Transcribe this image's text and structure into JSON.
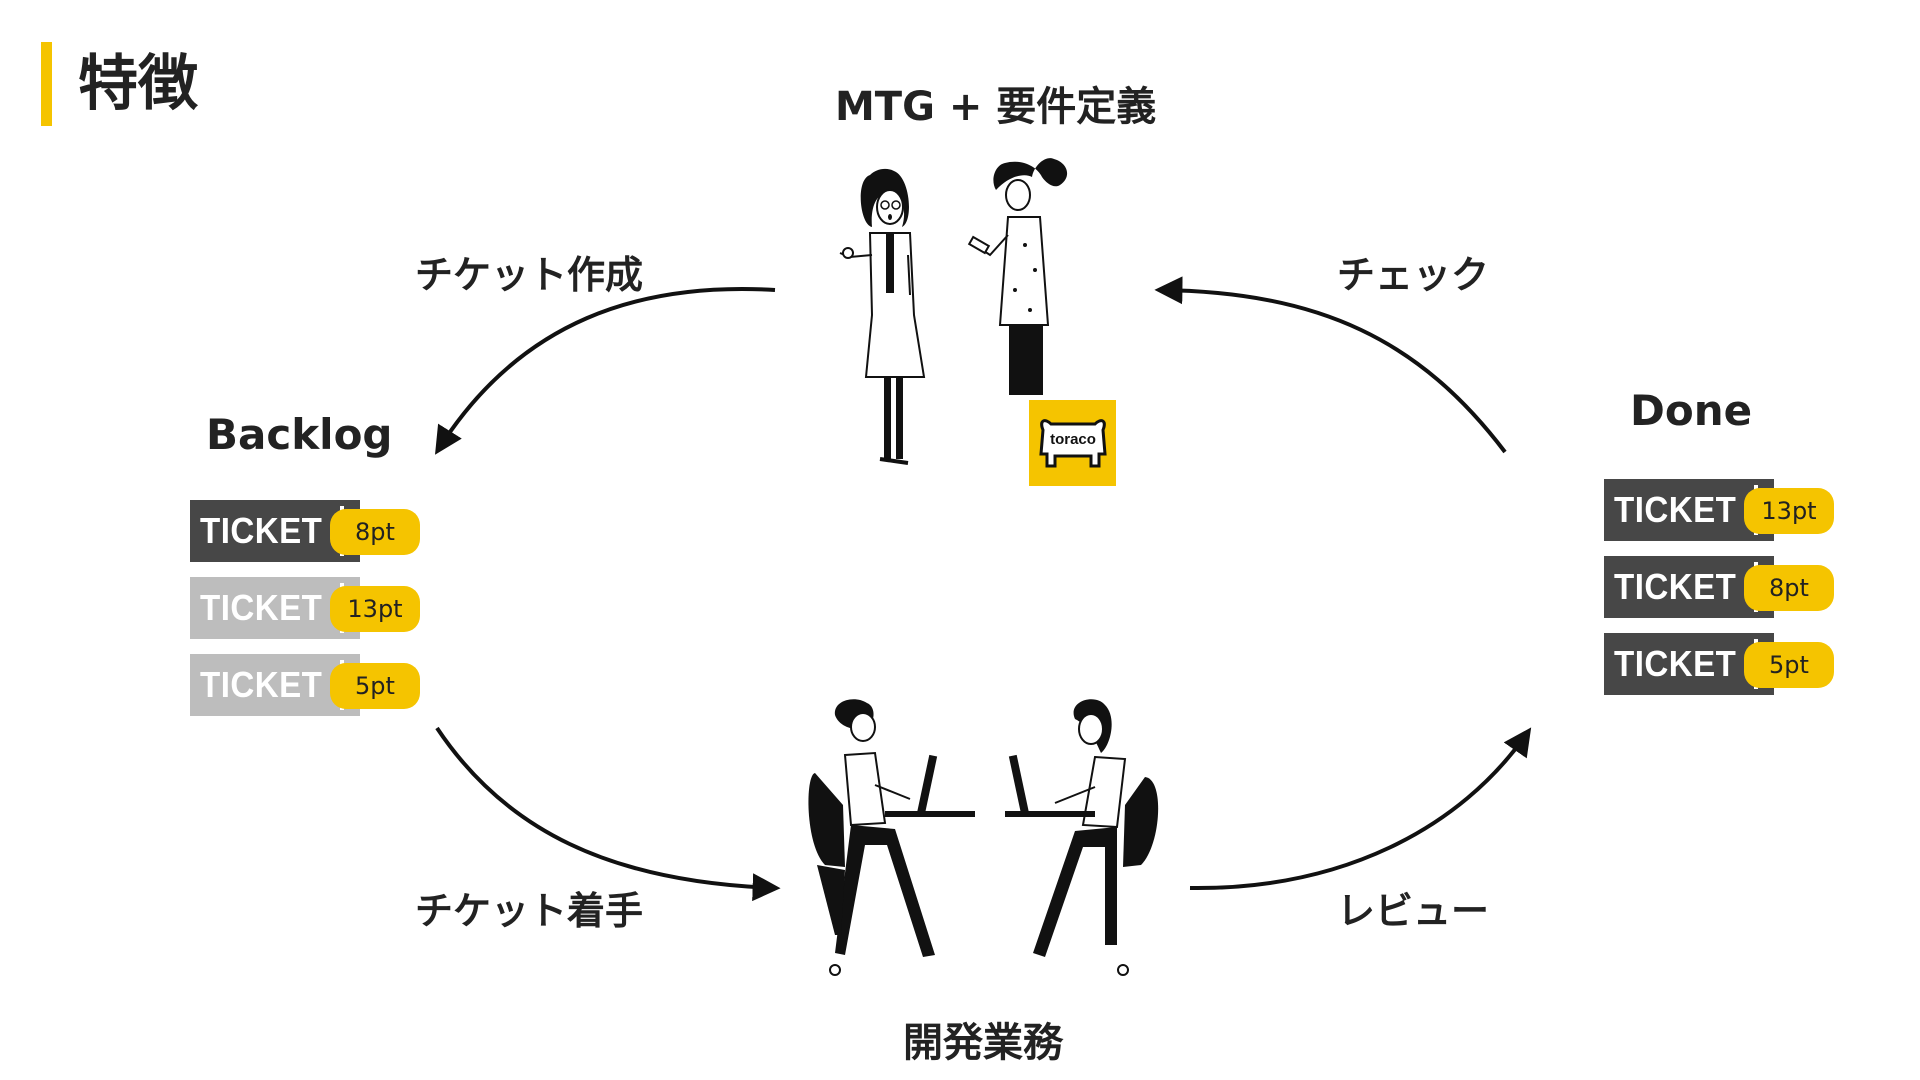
{
  "title": "特徴",
  "stages": {
    "top": "MTG + 要件定義",
    "left": "Backlog",
    "right": "Done",
    "bottom": "開発業務"
  },
  "steps": {
    "create": "チケット作成",
    "check": "チェック",
    "start": "チケット着手",
    "review": "レビュー"
  },
  "ticket_text": "TICKET",
  "backlog": [
    {
      "points": "8pt",
      "state": "active"
    },
    {
      "points": "13pt",
      "state": "pending"
    },
    {
      "points": "5pt",
      "state": "pending"
    }
  ],
  "done": [
    {
      "points": "13pt",
      "state": "done"
    },
    {
      "points": "8pt",
      "state": "done"
    },
    {
      "points": "5pt",
      "state": "done"
    }
  ],
  "logo_text": "toraco",
  "colors": {
    "accent": "#f5c400",
    "ticket_dark": "#474747",
    "ticket_light": "#bdbdbd",
    "text": "#222222"
  }
}
